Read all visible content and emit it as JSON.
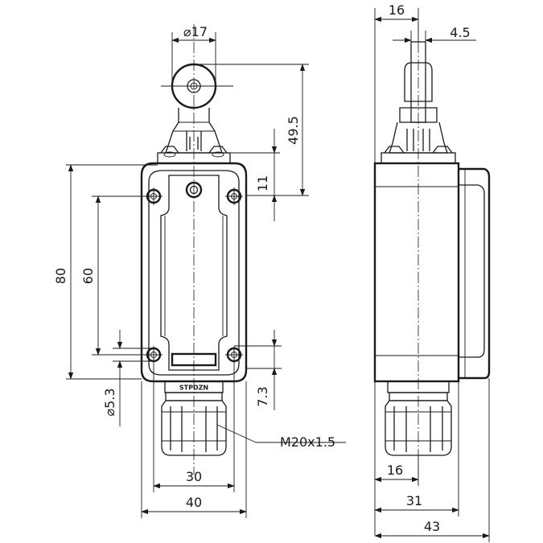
{
  "front_view": {
    "dimensions": {
      "roller_dia": "⌀17",
      "overall_height": "49.5",
      "head_offset": "11",
      "body_height": "80",
      "hole_spacing": "60",
      "hole_dia": "⌀5.3",
      "bottom_offset": "7.3",
      "hole_width": "30",
      "body_width": "40"
    },
    "nameplate": "STPDZN",
    "thread_label": "M20x1.5"
  },
  "side_view": {
    "dimensions": {
      "top_width": "16",
      "lever_width": "4.5",
      "gland_offset": "16",
      "body_depth": "31",
      "overall_depth": "43"
    }
  },
  "colors": {
    "line": "#1a1a1a",
    "background": "#ffffff"
  }
}
